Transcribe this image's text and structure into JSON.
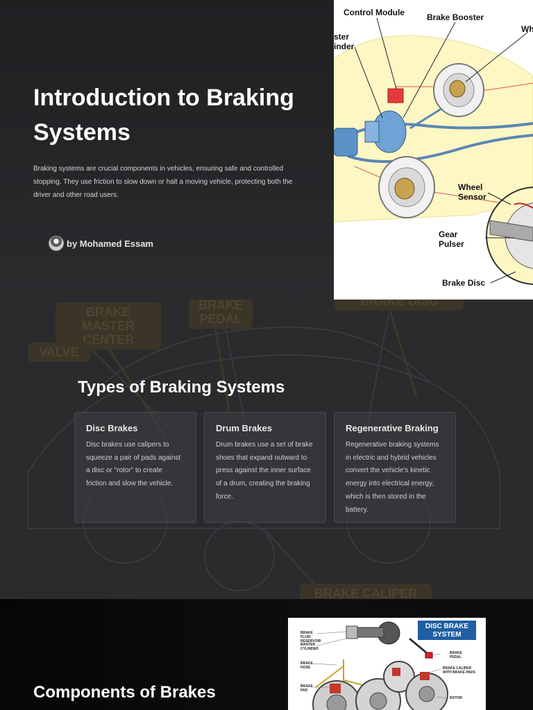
{
  "slide1": {
    "title": "Introduction to Braking Systems",
    "description": "Braking systems are crucial components in vehicles, ensuring safe and controlled stopping. They use friction to slow down or halt a moving vehicle, protecting both the driver and other road users.",
    "author": "by Mohamed Essam",
    "diagram_labels": {
      "control_module": "Control Module",
      "brake_booster": "Brake Booster",
      "wheel_cut": "Wh",
      "master_cylinder_line1": "ster",
      "master_cylinder_line2": "inder",
      "wheel_sensor": "Wheel Sensor",
      "gear_pulser": "Gear Pulser",
      "brake_disc": "Brake Disc"
    }
  },
  "slide2": {
    "title": "Types of Braking Systems",
    "background_labels": {
      "brake_master_center": "BRAKE MASTER CENTER",
      "brake_pedal": "BRAKE PEDAL",
      "brake_disc": "BRAKE DISC",
      "valve": "VALVE",
      "brake_caliper": "BRAKE CALIPER"
    },
    "cards": [
      {
        "title": "Disc Brakes",
        "text": "Disc brakes use calipers to squeeze a pair of pads against a disc or \"rotor\" to create friction and slow the vehicle."
      },
      {
        "title": "Drum Brakes",
        "text": "Drum brakes use a set of brake shoes that expand outward to press against the inner surface of a drum, creating the braking force."
      },
      {
        "title": "Regenerative Braking",
        "text": "Regenerative braking systems in electric and hybrid vehicles convert the vehicle's kinetic energy into electrical energy, which is then stored in the battery."
      }
    ]
  },
  "slide3": {
    "title": "Components of Brakes",
    "diagram": {
      "banner": "DISC BRAKE SYSTEM",
      "labels": {
        "brake_fluid_reservoir": "BRAKE FLUID RESERVOIR",
        "master_cylinder": "MASTER CYLINDER",
        "brake_hose": "BRAKE HOSE",
        "brake_pad": "BRAKE PAD",
        "brake_pedal": "BRAKE PEDAL",
        "brake_caliper": "BRAKE CALIPER WITH BRAKE PADS",
        "rotor": "ROTOR"
      }
    }
  },
  "colors": {
    "slide_bg": "#2b2b2e",
    "card_bg": "#3e3e42",
    "dark_slide_bg": "#0b0b0b",
    "banner_blue": "#1f5fa3",
    "car_yellow": "#fdf7c4",
    "brake_line_blue": "#5b86b5"
  }
}
